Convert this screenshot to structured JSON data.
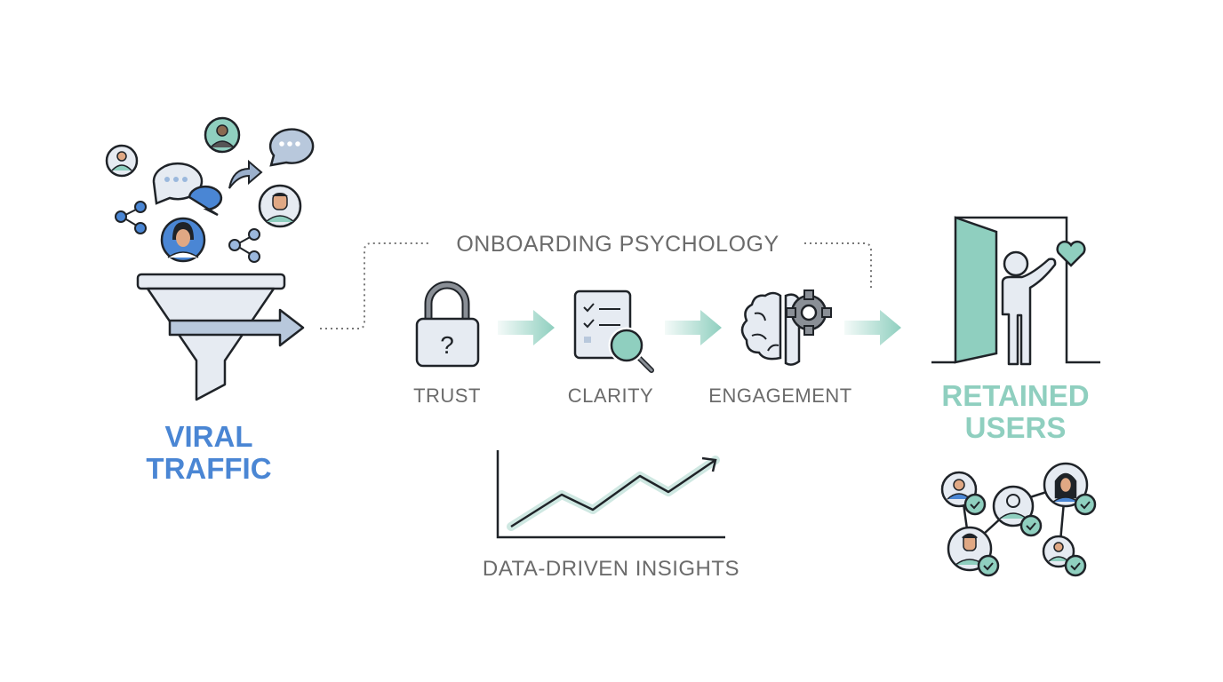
{
  "left": {
    "title_line1": "VIRAL",
    "title_line2": "TRAFFIC"
  },
  "middle": {
    "header": "ONBOARDING PSYCHOLOGY",
    "steps": [
      {
        "label": "TRUST",
        "icon": "lock-question-icon"
      },
      {
        "label": "CLARITY",
        "icon": "checklist-magnifier-icon"
      },
      {
        "label": "ENGAGEMENT",
        "icon": "brain-gear-icon"
      }
    ],
    "insights_label": "DATA-DRIVEN INSIGHTS"
  },
  "right": {
    "title_line1": "RETAINED",
    "title_line2": "USERS"
  },
  "colors": {
    "blue": "#4a86d4",
    "teal": "#8fcfbf",
    "text": "#6b6b6b",
    "stroke": "#1f2328",
    "fill": "#e6ebf2"
  }
}
